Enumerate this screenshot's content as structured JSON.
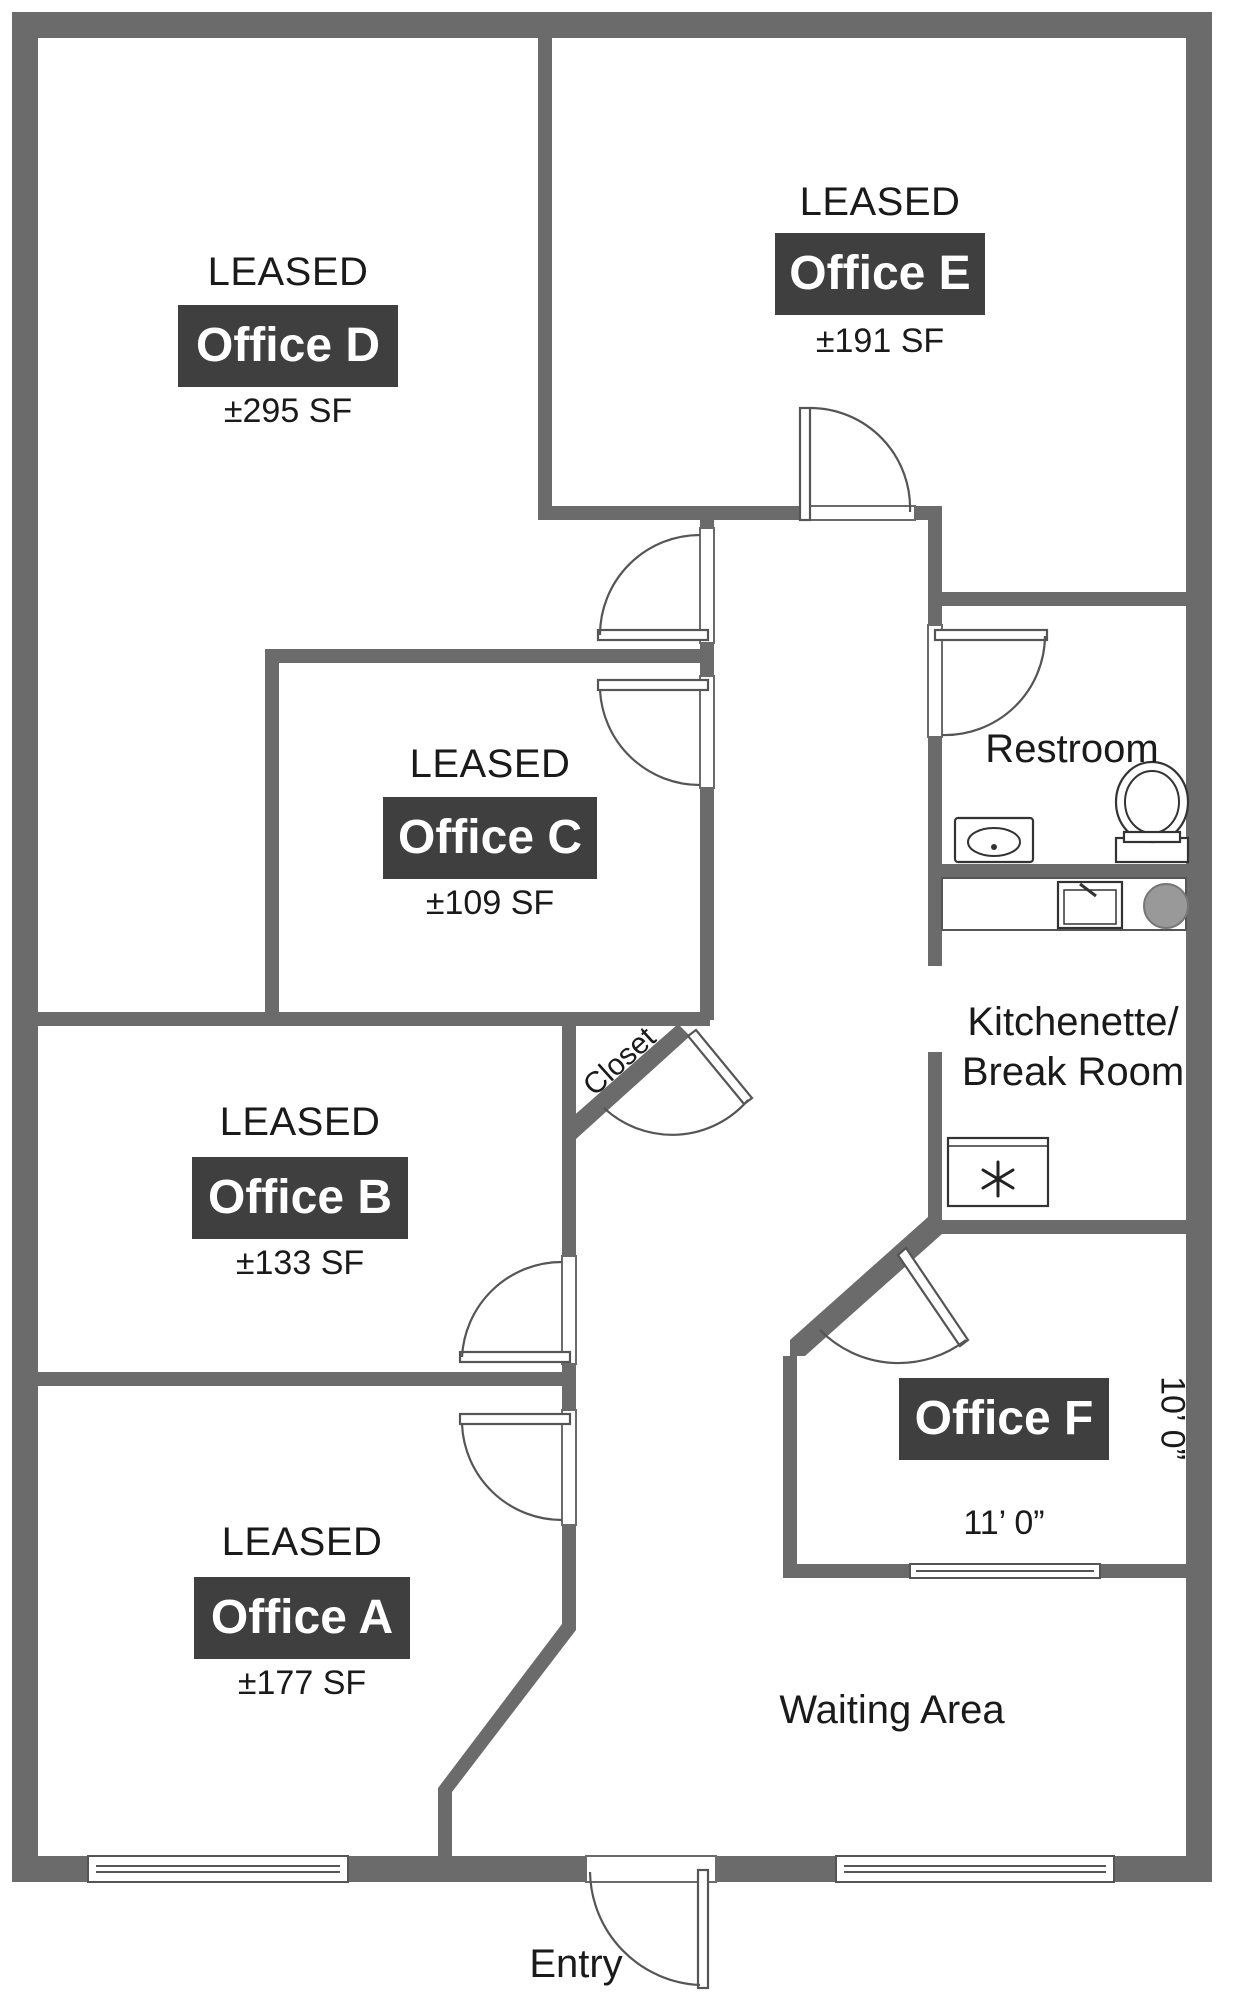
{
  "offices": [
    {
      "id": "a",
      "status": "LEASED",
      "name": "Office A",
      "area": "±177 SF"
    },
    {
      "id": "b",
      "status": "LEASED",
      "name": "Office B",
      "area": "±133 SF"
    },
    {
      "id": "c",
      "status": "LEASED",
      "name": "Office C",
      "area": "±109 SF"
    },
    {
      "id": "d",
      "status": "LEASED",
      "name": "Office D",
      "area": "±295 SF"
    },
    {
      "id": "e",
      "status": "LEASED",
      "name": "Office E",
      "area": "±191 SF"
    },
    {
      "id": "f",
      "name": "Office F",
      "dim_width": "11’ 0”",
      "dim_depth": "10’ 0”"
    }
  ],
  "rooms": {
    "restroom": "Restroom",
    "kitchen_line1": "Kitchenette/",
    "kitchen_line2": "Break Room",
    "closet": "Closet",
    "waiting": "Waiting Area",
    "entry": "Entry"
  },
  "colors": {
    "wall": "#6b6b6b",
    "badge": "#3f3f3f",
    "badge_text": "#ffffff"
  },
  "icons": [
    "door-swing-icon",
    "window-icon",
    "sink-icon",
    "toilet-icon",
    "stove-icon",
    "fridge-snowflake-icon"
  ]
}
